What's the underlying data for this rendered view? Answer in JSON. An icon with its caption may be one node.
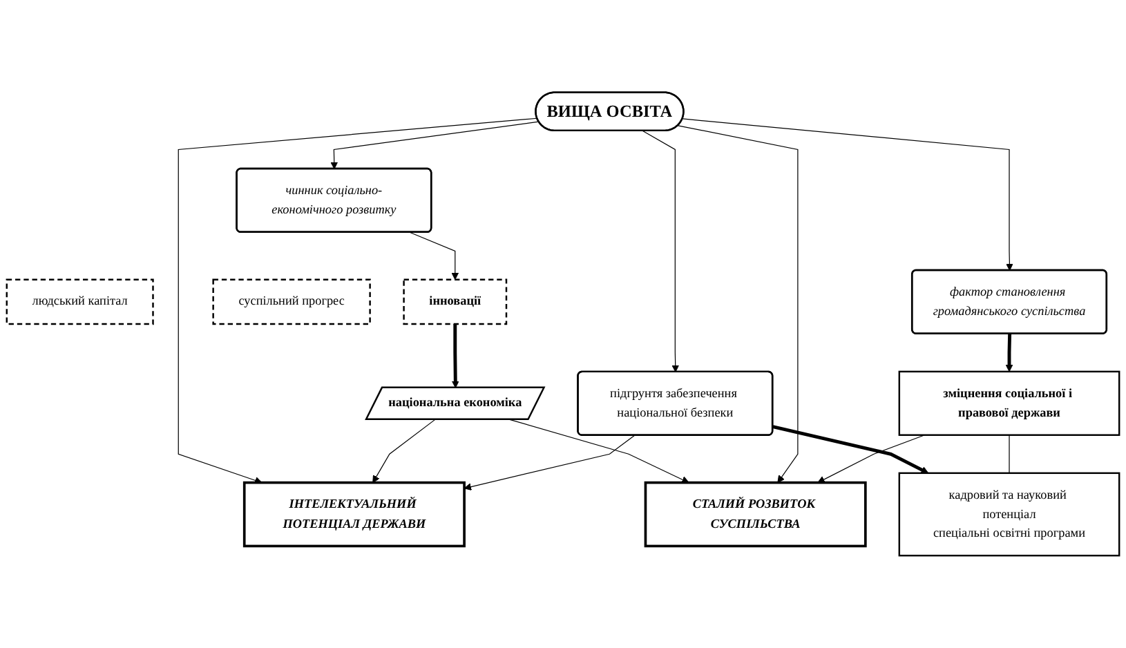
{
  "diagram": {
    "nodes": [
      {
        "text": [
          "ІНТЕЛЕКТУАЛЬНИЙ ПОТЕНЦІАЛ ДЕРЖАВИ"
        ]
      },
      {
        "text": [
          "чинник соціально-економічного розвитку"
        ]
      },
      {
        "text": [
          "людський капітал"
        ]
      },
      {
        "text": [
          "інновації"
        ]
      },
      {
        "text": [
          "суспільний прогрес"
        ]
      },
      {
        "text": [
          "національна економіка"
        ]
      },
      {
        "text": [
          "ВИЩА ОСВІТА"
        ]
      },
      {
        "text": [
          "підгрунтя забезпечення національної безпеки"
        ]
      },
      {
        "text": [
          "СТАЛИЙ РОЗВИТОК СУСПІЛЬСТВА"
        ]
      },
      {
        "text": [
          "фактор становлення громадянського суспільства"
        ]
      },
      {
        "text": [
          "кадровий та науковий потенціал",
          "спеціальні освітні програми"
        ]
      },
      {
        "text": [
          "зміцнення соціальної і правової держави"
        ]
      }
    ],
    "edges": [
      {
        "from": 6,
        "to": 1,
        "arrow": "to"
      },
      {
        "from": 6,
        "to": 0,
        "arrow": "to"
      },
      {
        "from": 1,
        "to": 3,
        "arrow": "to"
      },
      {
        "from": 3,
        "to": 5,
        "arrow": "to",
        "style": "thick"
      },
      {
        "from": 5,
        "to": 0,
        "arrow": "to"
      },
      {
        "from": 5,
        "to": 8,
        "arrow": "to"
      },
      {
        "from": 6,
        "to": 8,
        "arrow": "to"
      },
      {
        "from": 6,
        "to": 7,
        "arrow": "to"
      },
      {
        "from": 7,
        "to": 0,
        "arrow": "to"
      },
      {
        "from": 7,
        "to": 10,
        "arrow": "to",
        "style": "thick"
      },
      {
        "from": 6,
        "to": 9,
        "arrow": "to"
      },
      {
        "from": 9,
        "to": 11,
        "arrow": "to",
        "style": "thick"
      },
      {
        "from": 11,
        "to": 8,
        "arrow": "to"
      },
      {
        "from": 11,
        "to": 10,
        "arrow": "none"
      }
    ]
  }
}
